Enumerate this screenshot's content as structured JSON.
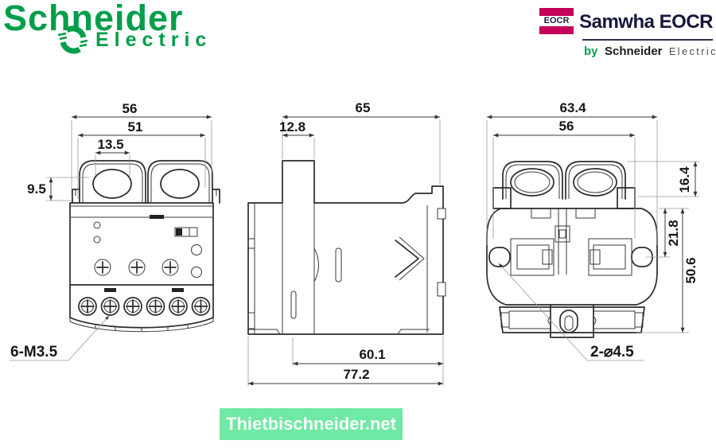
{
  "header": {
    "schneider": {
      "wordmark": "Schneider",
      "subtitle": "Electric"
    },
    "samwha": {
      "badge": "EOCR",
      "title": "Samwha EOCR",
      "byline_prefix": "by",
      "byline_brand": "Schneider",
      "byline_suffix": "Electric"
    }
  },
  "drawing": {
    "front_view": {
      "dim_overall_width": "56",
      "dim_inner_width": "51",
      "dim_window_width": "13.5",
      "dim_tab_height": "9.5",
      "terminal_screws_label": "6-M3.5"
    },
    "side_view": {
      "dim_overall_width": "65",
      "dim_tab_width": "12.8",
      "dim_body_depth": "60.1",
      "dim_overall_depth": "77.2"
    },
    "bottom_view": {
      "dim_overall_width": "63.4",
      "dim_inner_width": "56",
      "dim_loop_height": "16.4",
      "dim_hole_offset": "21.8",
      "dim_overall_height": "50.6",
      "mount_holes_label": "2-⌀4.5"
    }
  },
  "watermark": {
    "text": "Thietbischneider.net"
  },
  "colors": {
    "schneider_green": "#009E4A",
    "eocr_magenta": "#C4005A",
    "logo_dark_navy": "#17173C",
    "watermark_green": "#6FE9A6",
    "line_color": "#2B2B2B"
  }
}
